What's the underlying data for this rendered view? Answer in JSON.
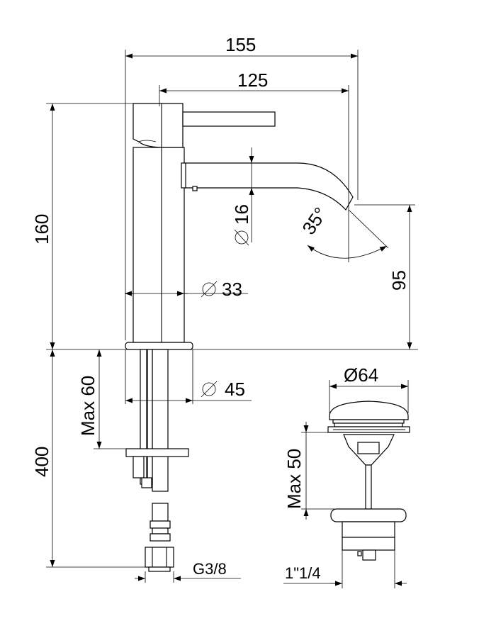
{
  "dimensions": {
    "overall_width": "155",
    "spout_reach": "125",
    "spout_diameter": "16",
    "spout_angle": "35°",
    "body_diameter": "33",
    "body_height": "160",
    "spout_height": "95",
    "base_diameter": "45",
    "max_deck_thickness": "Max 60",
    "hose_length": "400",
    "connection_thread": "G3/8",
    "waste_diameter": "64",
    "waste_prefix": "Ø",
    "max_basin_thickness": "Max 50",
    "waste_thread": "1\"1/4"
  },
  "symbols": {
    "diameter": "diameter-symbol"
  },
  "colors": {
    "line": "#000000",
    "background": "#ffffff"
  }
}
